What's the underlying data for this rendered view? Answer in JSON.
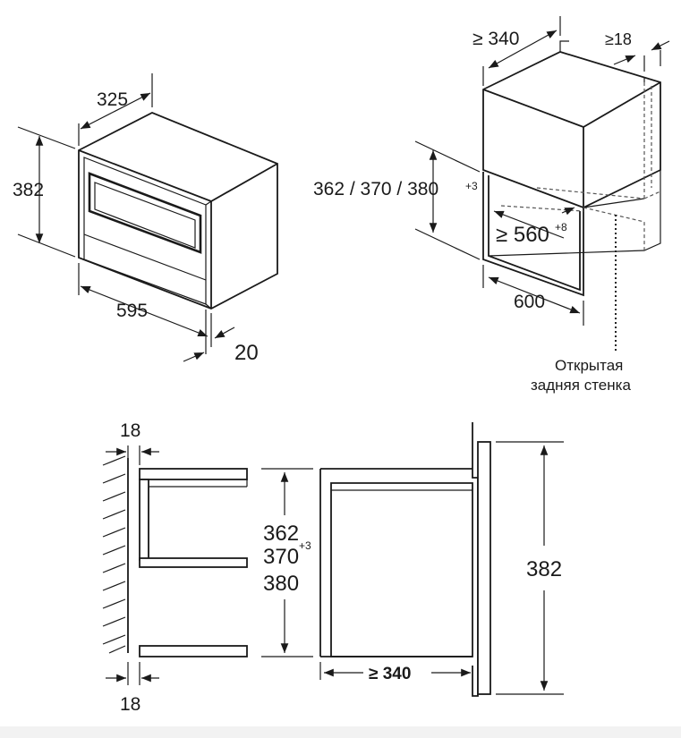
{
  "microwave": {
    "depth": "325",
    "height": "382",
    "width": "595",
    "front_depth": "20"
  },
  "niche": {
    "depth_min": "≥ 340",
    "side_min": "≥18",
    "height_options": "362 / 370 / 380",
    "height_tolerance": "+3",
    "inner_width": "≥ 560",
    "inner_width_tolerance": "+8",
    "outer_width": "600",
    "rear_note_line1": "Открытая",
    "rear_note_line2": "задняя стенка"
  },
  "side_section": {
    "top_gap": "18",
    "bottom_gap": "18",
    "height_1": "362",
    "height_tolerance": "+3",
    "height_2": "370",
    "height_3": "380",
    "depth_min": "≥ 340",
    "total_height": "382"
  }
}
